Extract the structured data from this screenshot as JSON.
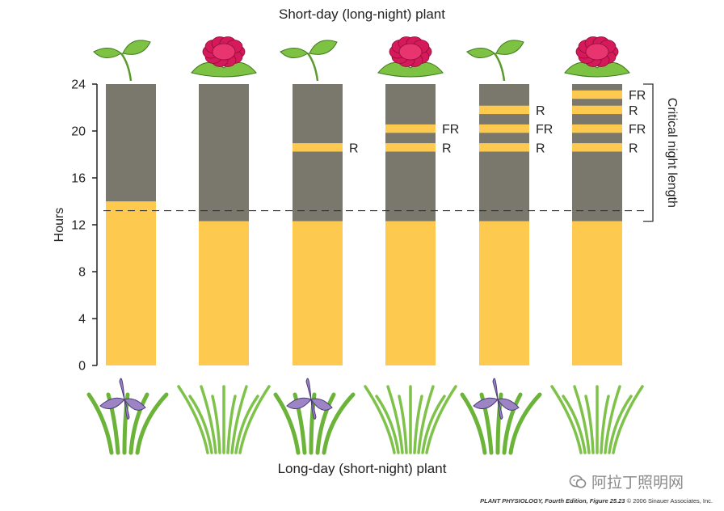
{
  "titles": {
    "top": "Short-day (long-night) plant",
    "bottom": "Long-day (short-night) plant"
  },
  "axis": {
    "label": "Hours",
    "ticks": [
      "0",
      "4",
      "8",
      "12",
      "16",
      "20",
      "24"
    ]
  },
  "bracket_label": "Critical night length",
  "credit": {
    "book": "PLANT PHYSIOLOGY, Fourth Edition, Figure 25.23",
    "copyright": "© 2006 Sinauer Associates, Inc."
  },
  "watermark": "阿拉丁照明网",
  "colors": {
    "light": "#FDC94E",
    "dark": "#7A776C",
    "leaf": "#7DC242",
    "flower": "#D5195A",
    "iris": "#9D84C4"
  },
  "chart_data": {
    "type": "bar",
    "units": "hours",
    "ylim": [
      0,
      24
    ],
    "critical_night_length_hours": 13.2,
    "columns": [
      {
        "light_hours": 14,
        "flashes": [],
        "sdp_top": "vegetative",
        "ldp_bottom": "flowering"
      },
      {
        "light_hours": 12.3,
        "flashes": [],
        "sdp_top": "flowering",
        "ldp_bottom": "vegetative"
      },
      {
        "light_hours": 12.3,
        "flashes": [
          {
            "label": "R",
            "hour": 18.6
          }
        ],
        "sdp_top": "vegetative",
        "ldp_bottom": "flowering"
      },
      {
        "light_hours": 12.3,
        "flashes": [
          {
            "label": "R",
            "hour": 18.6
          },
          {
            "label": "FR",
            "hour": 20.2
          }
        ],
        "sdp_top": "flowering",
        "ldp_bottom": "vegetative"
      },
      {
        "light_hours": 12.3,
        "flashes": [
          {
            "label": "R",
            "hour": 18.6
          },
          {
            "label": "FR",
            "hour": 20.2
          },
          {
            "label": "R",
            "hour": 21.8
          }
        ],
        "sdp_top": "vegetative",
        "ldp_bottom": "flowering"
      },
      {
        "light_hours": 12.3,
        "flashes": [
          {
            "label": "R",
            "hour": 18.6
          },
          {
            "label": "FR",
            "hour": 20.2
          },
          {
            "label": "R",
            "hour": 21.8
          },
          {
            "label": "FR",
            "hour": 23.1
          }
        ],
        "sdp_top": "flowering",
        "ldp_bottom": "vegetative"
      }
    ]
  }
}
